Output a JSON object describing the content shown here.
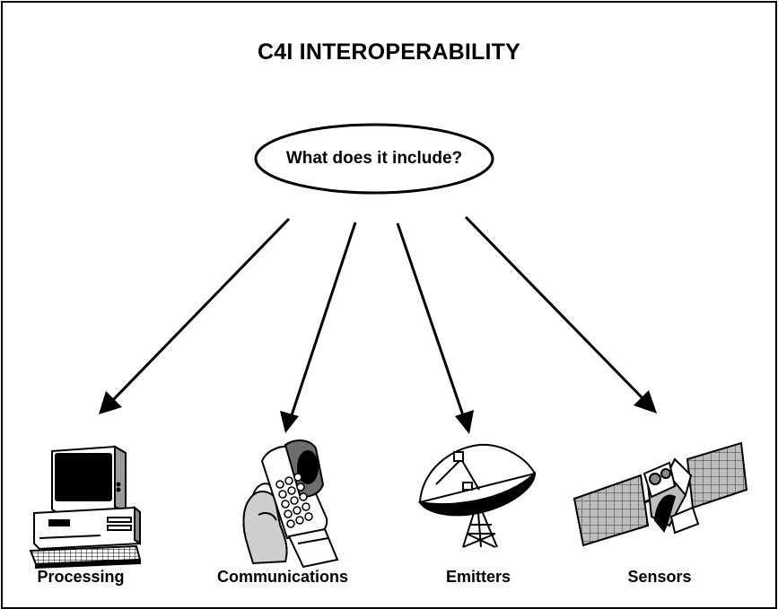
{
  "diagram": {
    "title": "C4I  INTEROPERABILITY",
    "question": "What does it include?",
    "items": [
      {
        "label": "Processing",
        "icon": "computer-icon"
      },
      {
        "label": "Communications",
        "icon": "cell-phone-icon"
      },
      {
        "label": "Emitters",
        "icon": "satellite-dish-icon"
      },
      {
        "label": "Sensors",
        "icon": "satellite-icon"
      }
    ]
  }
}
